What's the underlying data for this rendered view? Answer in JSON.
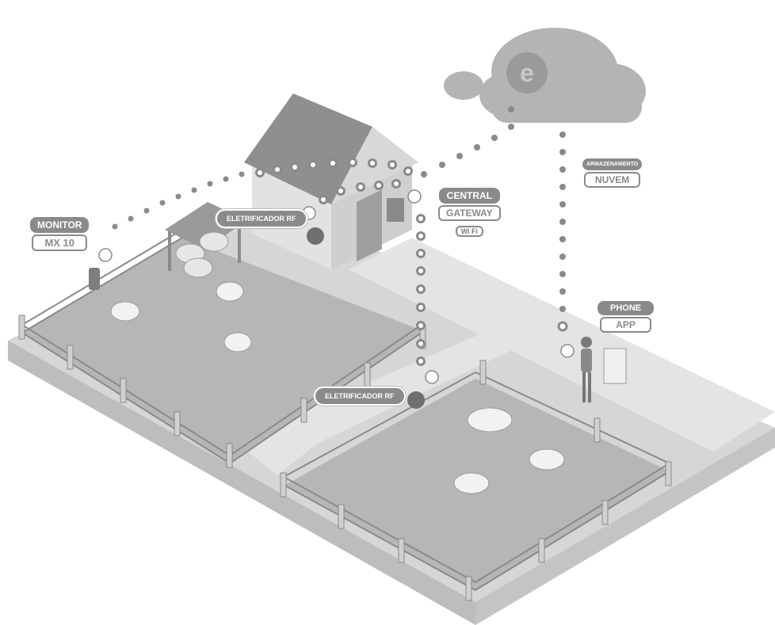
{
  "labels": {
    "monitor": {
      "line1": "MONITOR",
      "line2": "MX 10"
    },
    "central": {
      "line1": "CENTRAL",
      "line2": "GATEWAY",
      "badge": "Wi Fi"
    },
    "cloud": {
      "line1": "ARMAZENAMENTO",
      "line2": "NUVEM"
    },
    "phone": {
      "line1": "PHONE",
      "line2": "APP"
    },
    "energizer_top": "ELETRIFICADOR RF",
    "energizer_bottom": "ELETRIFICADOR RF"
  },
  "cloud_logo": "e",
  "colors": {
    "background": "#ffffff",
    "ground": "#c9c9c9",
    "pasture": "#b4b4b4",
    "label": "#8a8a8a",
    "path": "#e2e2e2"
  }
}
